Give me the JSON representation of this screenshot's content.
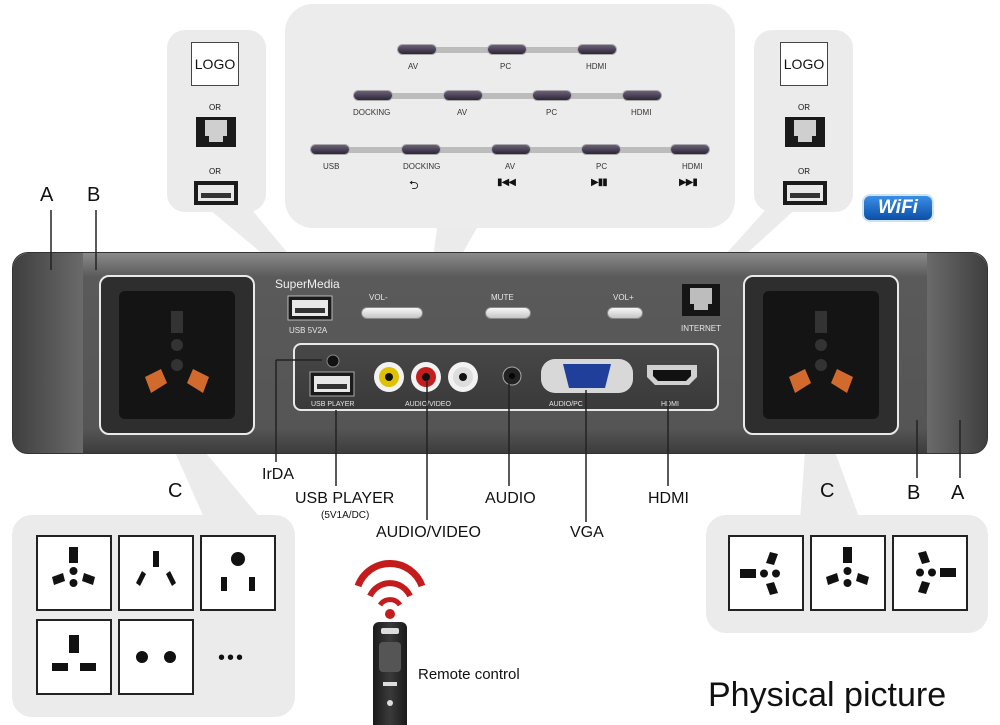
{
  "top_panel": {
    "row1": [
      "AV",
      "PC",
      "HDMI"
    ],
    "row2": [
      "DOCKING",
      "AV",
      "PC",
      "HDMI"
    ],
    "row3": [
      "USB",
      "DOCKING",
      "AV",
      "PC",
      "HDMI"
    ],
    "row3_symbols": [
      "⮌",
      "▮◀◀",
      "▶▮▮",
      "▶▶▮"
    ]
  },
  "left_callout": {
    "logo": "LOGO",
    "or1": "OR",
    "or2": "OR"
  },
  "right_callout": {
    "logo": "LOGO",
    "or1": "OR",
    "or2": "OR"
  },
  "wifi_badge": "WiFi",
  "device": {
    "brand": "SuperMedia",
    "usb_label": "USB 5V2A",
    "vol_minus": "VOL-",
    "mute": "MUTE",
    "vol_plus": "VOL+",
    "internet": "INTERNET",
    "usb_player": "USB PLAYER",
    "audio_video": "AUDIO/VIDEO",
    "audio_pc": "AUDIO/PC",
    "hdmi": "HDMI"
  },
  "callouts": {
    "a_left": "A",
    "b_left": "B",
    "a_right": "A",
    "b_right": "B",
    "c_left": "C",
    "c_right": "C",
    "irda": "IrDA",
    "usb_player": "USB PLAYER",
    "usb_player_sub": "(5V1A/DC)",
    "audio_video": "AUDIO/VIDEO",
    "audio": "AUDIO",
    "vga": "VGA",
    "hdmi": "HDMI"
  },
  "socket_options_more": "•••",
  "remote_label": "Remote control",
  "footer_title": "Physical picture"
}
